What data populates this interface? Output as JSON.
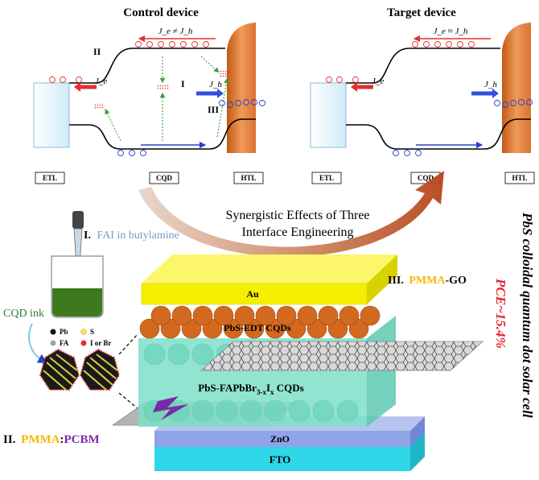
{
  "band_diagrams": {
    "control": {
      "title": "Control device",
      "je_neq_jh": "J_e ≠ J_h",
      "label_I": "I",
      "label_II": "II",
      "label_III": "III",
      "je": "J_e",
      "jh": "J_h"
    },
    "target": {
      "title": "Target device",
      "je_approx_jh": "J_e ≈ J_h",
      "je": "J_e",
      "jh": "J_h"
    },
    "layer_boxes": [
      "ETL",
      "CQD",
      "HTL"
    ]
  },
  "synergy": {
    "line1": "Synergistic Effects of Three",
    "line2": "Interface Engineering"
  },
  "step_I": {
    "numeral": "I.",
    "text": "FAI in butylamine"
  },
  "ink_label": "CQD ink",
  "legend": {
    "pb": "Pb",
    "s": "S",
    "fa": "FA",
    "halide": "I or Br"
  },
  "device": {
    "au": "Au",
    "pbs_edt": "PbS-EDT CQDs",
    "pbs_fa": "PbS-FAPbBr",
    "pbs_fa_sub1": "3-x",
    "pbs_fa_mid": "I",
    "pbs_fa_sub2": "x",
    "pbs_fa_end": " CQDs",
    "zno": "ZnO",
    "fto": "FTO"
  },
  "step_II": {
    "numeral": "II.",
    "pmma": "PMMA",
    "colon": ":",
    "pcbm": "PCBM"
  },
  "step_III": {
    "numeral": "III.",
    "pmma": "PMMA",
    "go": "-GO"
  },
  "side": {
    "title": "PbS colloidal quantum dot solar cell",
    "pce": "PCE~15.4%"
  },
  "colors": {
    "electron": "#e03030",
    "hole": "#3050e0",
    "green_path": "#3aa03a",
    "au": "#f4ef00",
    "edt": "#d2691e",
    "cqd": "#7ee0c8",
    "zno": "#8fa3e6",
    "fto": "#2fd7e8",
    "pmma": "#f5b800",
    "pcbm": "#7a2aa8",
    "pce": "#e8202a",
    "synergy_arrow": "#b8581c",
    "ink": "#2e7d32"
  }
}
